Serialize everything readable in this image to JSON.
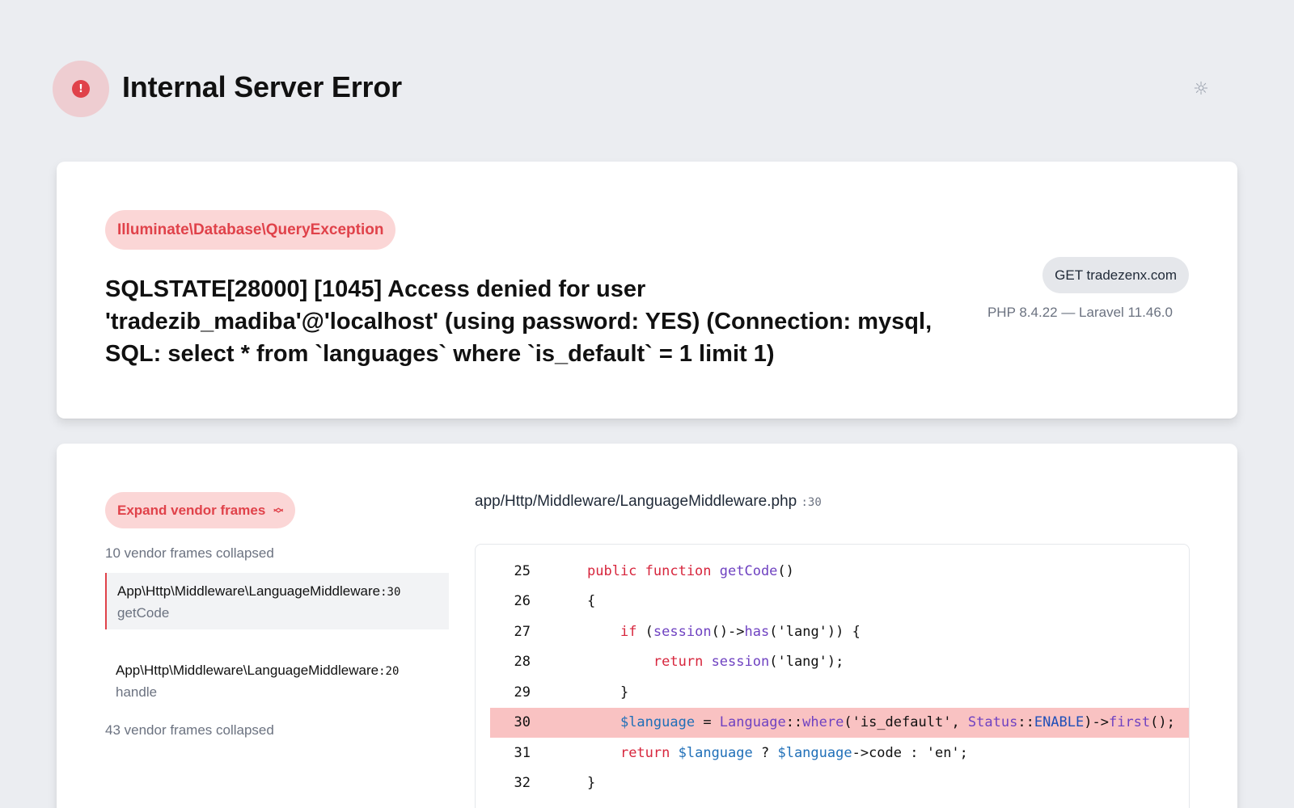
{
  "header": {
    "title": "Internal Server Error",
    "error_icon": "!",
    "theme_icon": "sun-icon"
  },
  "exception": {
    "class": "Illuminate\\Database\\QueryException",
    "message": "SQLSTATE[28000] [1045] Access denied for user 'tradezib_madiba'@'localhost' (using password: YES) (Connection: mysql, SQL: select * from `languages` where `is_default` = 1 limit 1)",
    "request": "GET tradezenx.com",
    "versions": "PHP 8.4.22 — Laravel 11.46.0"
  },
  "frames": {
    "expand_label": "Expand vendor frames",
    "collapsed_top": "10 vendor frames collapsed",
    "collapsed_bottom": "43 vendor frames collapsed",
    "items": [
      {
        "class": "App\\Http\\Middleware\\LanguageMiddleware",
        "line": ":30",
        "method": "getCode"
      },
      {
        "class": "App\\Http\\Middleware\\LanguageMiddleware",
        "line": ":20",
        "method": "handle"
      }
    ]
  },
  "code": {
    "file": "app/Http/Middleware/LanguageMiddleware.php",
    "file_line": ":30",
    "line_numbers": [
      "25",
      "26",
      "27",
      "28",
      "29",
      "30",
      "31",
      "32"
    ],
    "highlighted_line": "30"
  },
  "colors": {
    "accent": "#e0424a",
    "highlight": "#f9c2c2",
    "background": "#ebedf1"
  }
}
